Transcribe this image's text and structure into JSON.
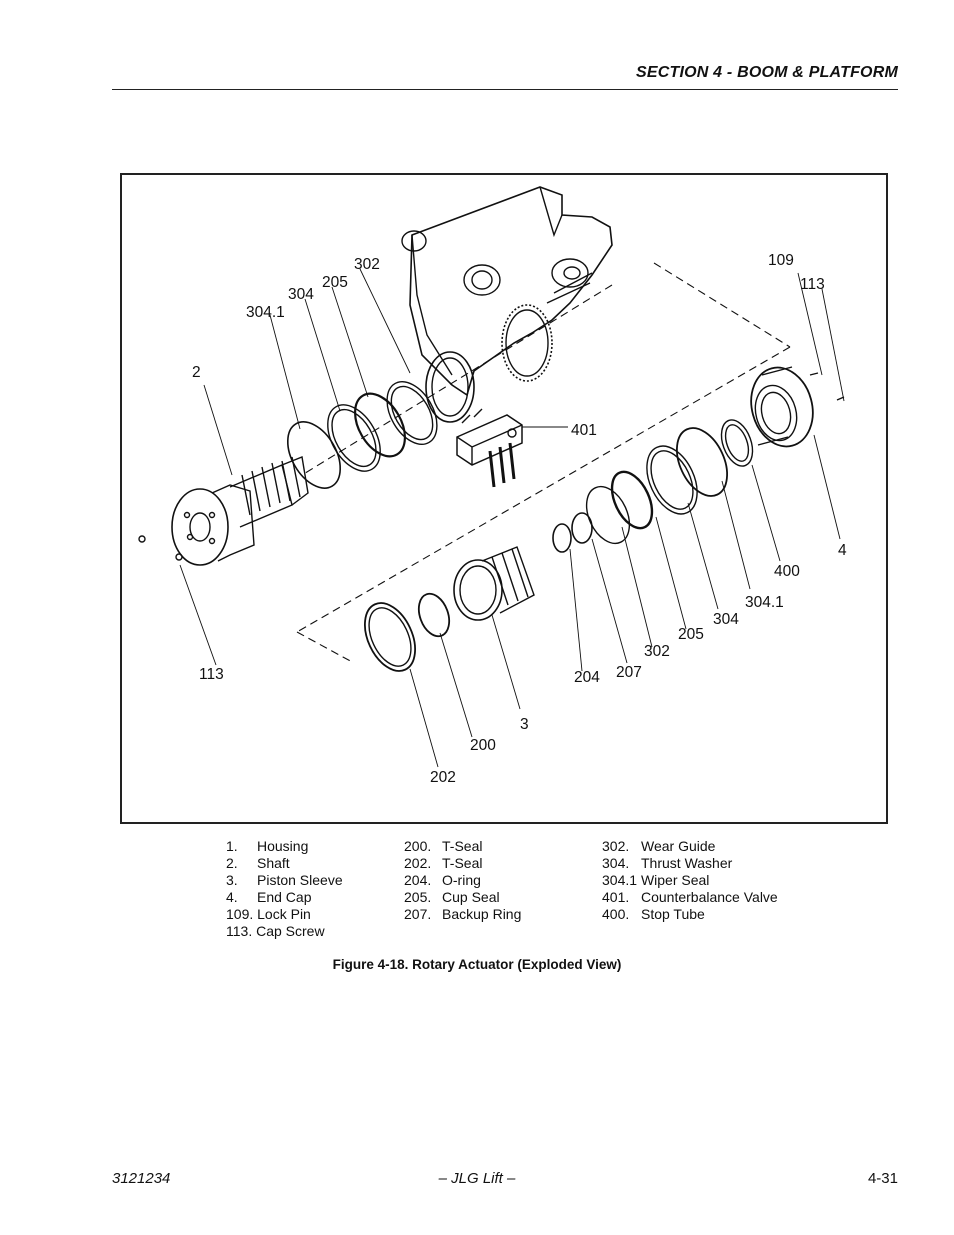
{
  "header": {
    "section_title": "SECTION 4 - BOOM & PLATFORM"
  },
  "figure": {
    "callouts": {
      "c302_top": "302",
      "c205_top": "205",
      "c304_top": "304",
      "c3041_top": "304.1",
      "c2": "2",
      "c109": "109",
      "c113_top": "113",
      "c401": "401",
      "c4": "4",
      "c400": "400",
      "c3041_bot": "304.1",
      "c304_bot": "304",
      "c205_bot": "205",
      "c302_bot": "302",
      "c207": "207",
      "c204": "204",
      "c113_bot": "113",
      "c3": "3",
      "c200": "200",
      "c202": "202"
    },
    "legend": {
      "col1": [
        {
          "num": "1.",
          "label": "Housing"
        },
        {
          "num": "2.",
          "label": "Shaft"
        },
        {
          "num": "3.",
          "label": "Piston Sleeve"
        },
        {
          "num": "4.",
          "label": "End Cap"
        },
        {
          "num": "109.",
          "label": "Lock Pin"
        },
        {
          "num": "113.",
          "label": "Cap Screw"
        }
      ],
      "col2": [
        {
          "num": "200.",
          "label": "T-Seal"
        },
        {
          "num": "202.",
          "label": "T-Seal"
        },
        {
          "num": "204.",
          "label": "O-ring"
        },
        {
          "num": "205.",
          "label": "Cup Seal"
        },
        {
          "num": "207.",
          "label": "Backup Ring"
        }
      ],
      "col3": [
        {
          "num": "302.",
          "label": "Wear Guide"
        },
        {
          "num": "304.",
          "label": "Thrust Washer"
        },
        {
          "num": "304.1",
          "label": "Wiper Seal"
        },
        {
          "num": "401.",
          "label": "Counterbalance Valve"
        },
        {
          "num": "400.",
          "label": "Stop Tube"
        }
      ]
    },
    "caption": "Figure 4-18.  Rotary Actuator (Exploded View)"
  },
  "footer": {
    "doc_number": "3121234",
    "company": "– JLG Lift –",
    "page_number": "4-31"
  }
}
